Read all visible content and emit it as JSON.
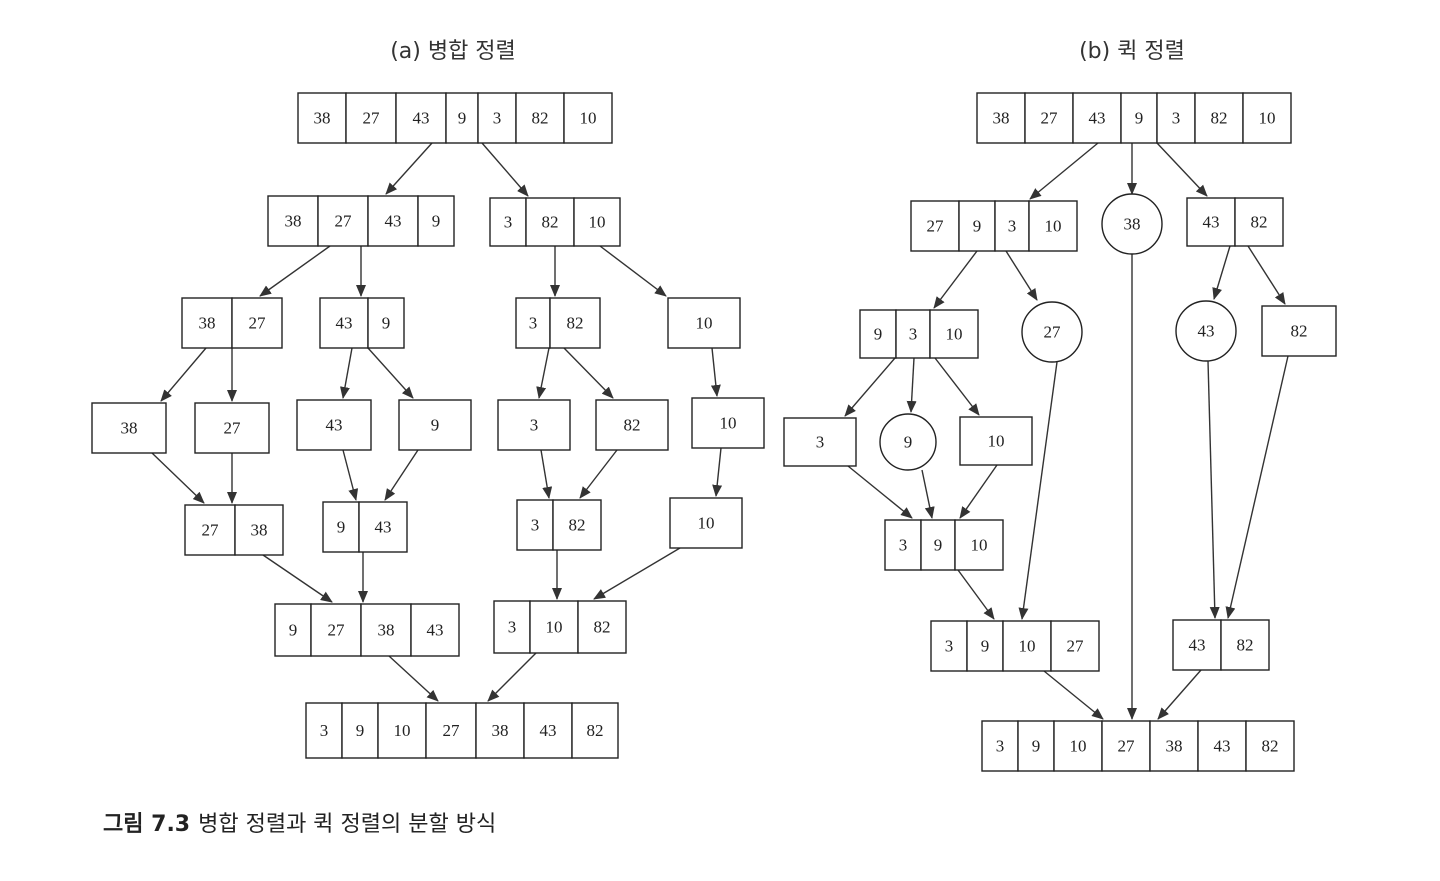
{
  "panels": [
    {
      "id": "merge",
      "title": "(a) 병합 정렬",
      "arrays": [
        {
          "id": "m0",
          "values": [
            "38",
            "27",
            "43",
            "9",
            "3",
            "82",
            "10"
          ]
        },
        {
          "id": "m1a",
          "values": [
            "38",
            "27",
            "43",
            "9"
          ]
        },
        {
          "id": "m1b",
          "values": [
            "3",
            "82",
            "10"
          ]
        },
        {
          "id": "m2a",
          "values": [
            "38",
            "27"
          ]
        },
        {
          "id": "m2b",
          "values": [
            "43",
            "9"
          ]
        },
        {
          "id": "m2c",
          "values": [
            "3",
            "82"
          ]
        },
        {
          "id": "m2d",
          "values": [
            "10"
          ]
        },
        {
          "id": "m3a",
          "values": [
            "38"
          ]
        },
        {
          "id": "m3b",
          "values": [
            "27"
          ]
        },
        {
          "id": "m3c",
          "values": [
            "43"
          ]
        },
        {
          "id": "m3d",
          "values": [
            "9"
          ]
        },
        {
          "id": "m3e",
          "values": [
            "3"
          ]
        },
        {
          "id": "m3f",
          "values": [
            "82"
          ]
        },
        {
          "id": "m3g",
          "values": [
            "10"
          ]
        },
        {
          "id": "m4a",
          "values": [
            "27",
            "38"
          ]
        },
        {
          "id": "m4b",
          "values": [
            "9",
            "43"
          ]
        },
        {
          "id": "m4c",
          "values": [
            "3",
            "82"
          ]
        },
        {
          "id": "m4d",
          "values": [
            "10"
          ]
        },
        {
          "id": "m5a",
          "values": [
            "9",
            "27",
            "38",
            "43"
          ]
        },
        {
          "id": "m5b",
          "values": [
            "3",
            "10",
            "82"
          ]
        },
        {
          "id": "m6",
          "values": [
            "3",
            "9",
            "10",
            "27",
            "38",
            "43",
            "82"
          ]
        }
      ],
      "pivots": []
    },
    {
      "id": "quick",
      "title": "(b) 퀵 정렬",
      "arrays": [
        {
          "id": "q0",
          "values": [
            "38",
            "27",
            "43",
            "9",
            "3",
            "82",
            "10"
          ]
        },
        {
          "id": "q1a",
          "values": [
            "27",
            "9",
            "3",
            "10"
          ]
        },
        {
          "id": "q1c",
          "values": [
            "43",
            "82"
          ]
        },
        {
          "id": "q2a",
          "values": [
            "9",
            "3",
            "10"
          ]
        },
        {
          "id": "q2c",
          "values": [
            "82"
          ]
        },
        {
          "id": "q3a",
          "values": [
            "3"
          ]
        },
        {
          "id": "q3c",
          "values": [
            "10"
          ]
        },
        {
          "id": "q4",
          "values": [
            "3",
            "9",
            "10"
          ]
        },
        {
          "id": "q5a",
          "values": [
            "3",
            "9",
            "10",
            "27"
          ]
        },
        {
          "id": "q5b",
          "values": [
            "43",
            "82"
          ]
        },
        {
          "id": "q6",
          "values": [
            "3",
            "9",
            "10",
            "27",
            "38",
            "43",
            "82"
          ]
        }
      ],
      "pivots": [
        {
          "id": "p38",
          "value": "38"
        },
        {
          "id": "p27",
          "value": "27"
        },
        {
          "id": "p43",
          "value": "43"
        },
        {
          "id": "p9",
          "value": "9"
        }
      ]
    }
  ],
  "caption": {
    "label": "그림 7.3",
    "text": "병합 정렬과 퀵 정렬의 분할 방식"
  }
}
